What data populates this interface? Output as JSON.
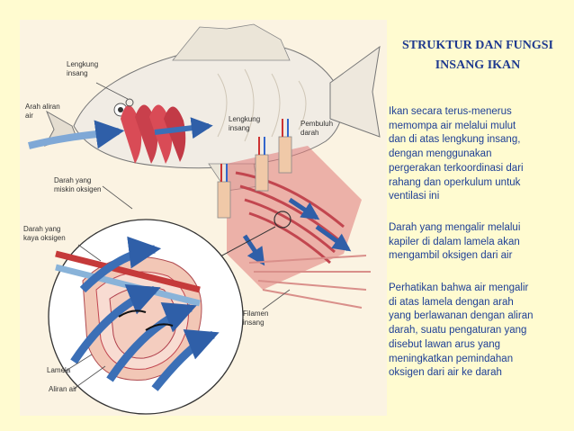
{
  "title": "STRUKTUR DAN FUNGSI\nINSANG IKAN",
  "paragraphs": [
    "Ikan secara terus-menerus\nmemompa air melalui mulut\ndan di atas lengkung insang,\ndengan menggunakan\npergerakan terkoordinasi dari\nrahang dan operkulum untuk\nventilasi ini",
    "Darah yang mengalir melalui\nkapiler di dalam lamela akan\nmengambil oksigen dari air",
    "Perhatikan bahwa air mengalir\ndi atas lamela dengan arah\nyang berlawanan dengan aliran\ndarah, suatu pengaturan yang\ndisebut lawan arus yang\nmeningkatkan pemindahan\noksigen dari air ke darah"
  ],
  "figure_labels": {
    "lengkung_insang_1": "Lengkung\ninsang",
    "arah_aliran_air": "Arah aliran\nair",
    "lengkung_insang_2": "Lengkung\ninsang",
    "pembuluh_darah": "Pembuluh\ndarah",
    "darah_miskin": "Darah yang\nmiskin oksigen",
    "darah_kaya": "Darah yang\nkaya oksigen",
    "filamen_insang": "Filamen\ninsang",
    "lamela": "Lamela",
    "aliran_air": "Aliran air"
  },
  "colors": {
    "background": "#fffbd0",
    "text": "#1e3f95",
    "title": "#1f3a8f",
    "water_arrow": "#3b6fb6",
    "gill": "#d94b56"
  }
}
